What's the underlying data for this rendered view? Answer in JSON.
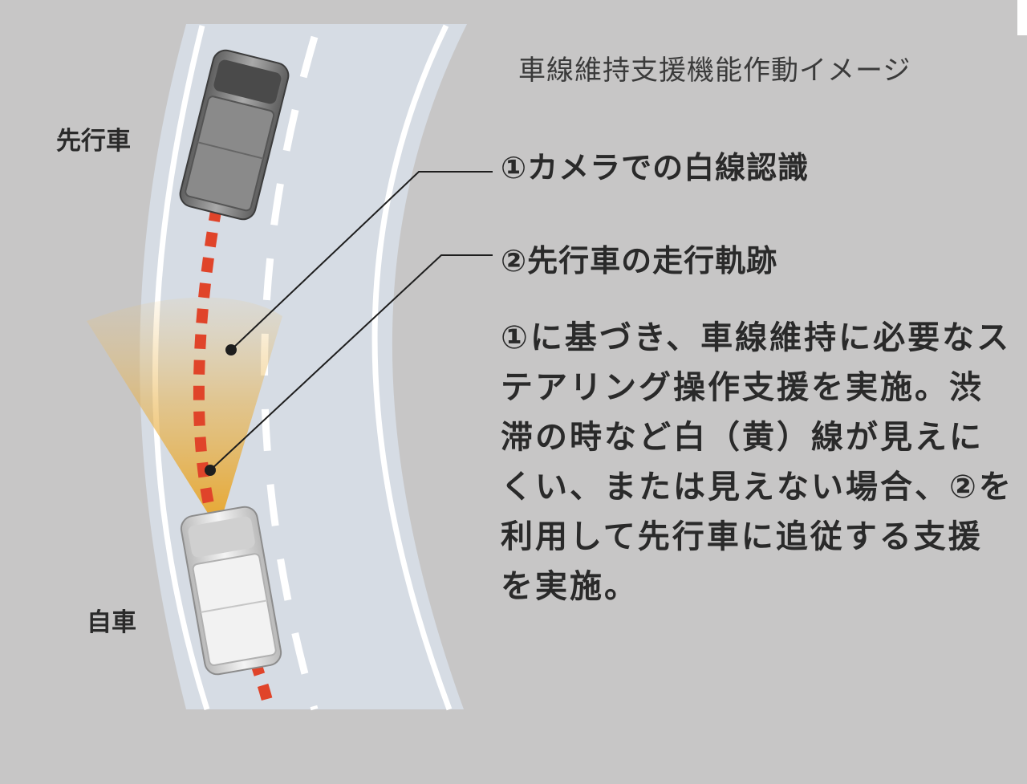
{
  "title": "車線維持支援機能作動イメージ",
  "callouts": [
    {
      "label": "①カメラでの白線認識"
    },
    {
      "label": "②先行車の走行軌跡"
    }
  ],
  "vehicles": {
    "lead": "先行車",
    "own": "自車"
  },
  "description": "①に基づき、車線維持に必要なステアリング操作支援を実施。渋滞の時など白（黄）線が見えにくい、または見えない場合、②を利用して先行車に追従する支援を実施。",
  "colors": {
    "background": "#c7c6c6",
    "road": "#d8dee6",
    "lane_lines": "#ffffff",
    "trajectory": "#e0442a",
    "camera_cone": "#e6a52a"
  }
}
